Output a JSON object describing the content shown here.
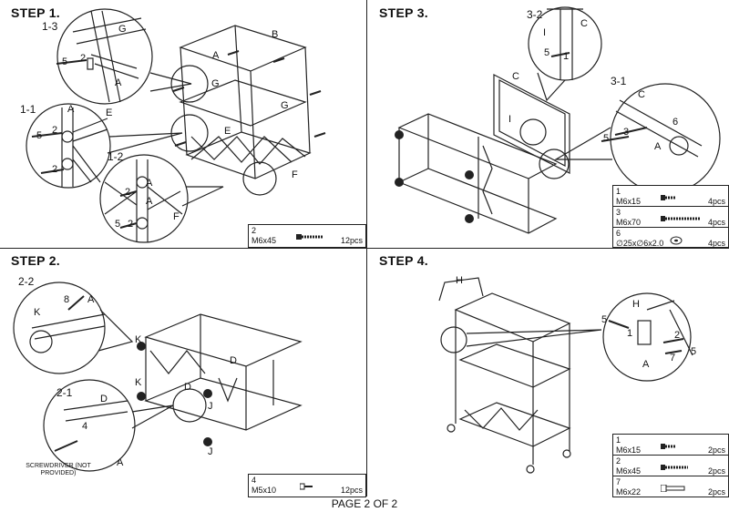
{
  "steps": {
    "s1": {
      "title": "STEP 1.",
      "sub": {
        "a": "1-3",
        "b": "1-1",
        "c": "1-2"
      },
      "labels": {
        "G1": "G",
        "B": "B",
        "A1": "A",
        "A2": "A",
        "G2": "G",
        "E1": "E",
        "G3": "G",
        "F1": "F",
        "A3": "A",
        "E2": "E",
        "A4": "A",
        "F2": "F",
        "A5": "A",
        "n5a": "5",
        "n2a": "2",
        "n5b": "5",
        "n2b": "2",
        "n2c": "2",
        "n2d": "2",
        "n5c": "5",
        "n2e": "2"
      },
      "parts": [
        {
          "idx": "2",
          "name": "M6x45",
          "qty": "12pcs",
          "icon": "screw-icon"
        }
      ]
    },
    "s2": {
      "title": "STEP 2.",
      "sub": {
        "a": "2-2",
        "b": "2-1"
      },
      "labels": {
        "K1": "K",
        "n8": "8",
        "A1": "A",
        "K2": "K",
        "K3": "K",
        "D1": "D",
        "D2": "D",
        "D3": "D",
        "J1": "J",
        "J2": "J",
        "n4": "4",
        "A2": "A"
      },
      "note": "SCREWDRIVER (NOT PROVIDED)",
      "parts": [
        {
          "idx": "4",
          "name": "M5x10",
          "qty": "12pcs",
          "icon": "small-screw-icon"
        }
      ]
    },
    "s3": {
      "title": "STEP 3.",
      "sub": {
        "a": "3-2",
        "b": "3-1"
      },
      "labels": {
        "C1": "C",
        "I1": "I",
        "n5a": "5",
        "n1a": "1",
        "C2": "C",
        "I2": "I",
        "C3": "C",
        "n6": "6",
        "n5b": "5",
        "n3": "3",
        "A1": "A"
      },
      "parts": [
        {
          "idx": "1",
          "name": "M6x15",
          "qty": "4pcs",
          "icon": "short-screw-icon"
        },
        {
          "idx": "3",
          "name": "M6x70",
          "qty": "4pcs",
          "icon": "long-screw-icon"
        },
        {
          "idx": "6",
          "name": "∅25x∅6x2.0",
          "qty": "4pcs",
          "icon": "washer-icon"
        }
      ]
    },
    "s4": {
      "title": "STEP 4.",
      "labels": {
        "H1": "H",
        "H2": "H",
        "n5a": "5",
        "n1": "1",
        "n2": "2",
        "n5b": "5",
        "n7": "7",
        "A1": "A"
      },
      "parts": [
        {
          "idx": "1",
          "name": "M6x15",
          "qty": "2pcs",
          "icon": "short-screw-icon"
        },
        {
          "idx": "2",
          "name": "M6x45",
          "qty": "2pcs",
          "icon": "screw-icon"
        },
        {
          "idx": "7",
          "name": "M6x22",
          "qty": "2pcs",
          "icon": "pin-icon"
        }
      ]
    }
  },
  "footer": "PAGE 2 OF 2"
}
